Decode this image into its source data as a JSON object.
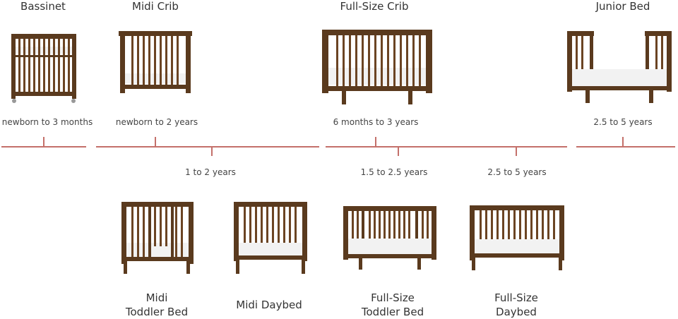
{
  "top": {
    "bassinet": {
      "title": "Bassinet",
      "age": "newborn to 3 months"
    },
    "midi_crib": {
      "title": "Midi Crib",
      "age": "newborn to 2 years"
    },
    "full_crib": {
      "title": "Full-Size Crib",
      "age": "6 months to 3 years"
    },
    "junior_bed": {
      "title": "Junior Bed",
      "age": "2.5 to 5 years"
    }
  },
  "mid_ages": {
    "midi_span": "1 to 2 years",
    "full_toddler": "1.5 to 2.5 years",
    "full_daybed": "2.5 to 5 years"
  },
  "bottom": {
    "midi_toddler": {
      "line1": "Midi",
      "line2": "Toddler Bed"
    },
    "midi_daybed": {
      "line1": "Midi Daybed"
    },
    "full_toddler": {
      "line1": "Full-Size",
      "line2": "Toddler Bed"
    },
    "full_daybed": {
      "line1": "Full-Size",
      "line2": "Daybed"
    }
  },
  "colors": {
    "wood": "#6b4423",
    "wood_dark": "#4e3018",
    "mattress": "#f2f2f2",
    "timeline": "#c4706a"
  }
}
